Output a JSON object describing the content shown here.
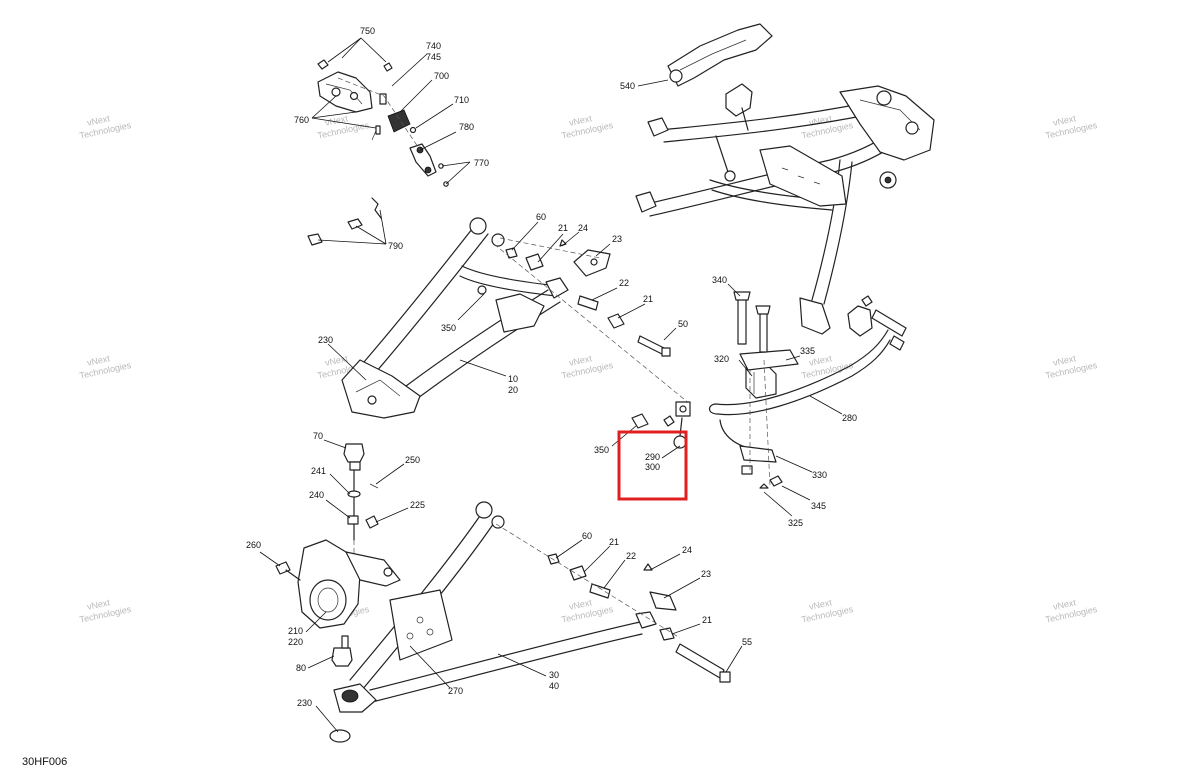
{
  "diagram": {
    "code": "30HF006",
    "watermark": [
      "vNext",
      "Technologies"
    ],
    "highlight_color": "#e02020",
    "labels": {
      "n750": "750",
      "n740": "740",
      "n745": "745",
      "n700": "700",
      "n710": "710",
      "n760": "760",
      "n780": "780",
      "n770": "770",
      "n790": "790",
      "n540": "540",
      "n60a": "60",
      "n21a": "21",
      "n24a": "24",
      "n23a": "23",
      "n22a": "22",
      "n21b": "21",
      "n50": "50",
      "n350a": "350",
      "n230a": "230",
      "n10": "10",
      "n20": "20",
      "n340": "340",
      "n335": "335",
      "n320": "320",
      "n280": "280",
      "n350b": "350",
      "n290": "290",
      "n300": "300",
      "n330": "330",
      "n345": "345",
      "n325": "325",
      "n70": "70",
      "n241": "241",
      "n250": "250",
      "n240": "240",
      "n225": "225",
      "n260": "260",
      "n210": "210",
      "n220": "220",
      "n80": "80",
      "n270": "270",
      "n230b": "230",
      "n30": "30",
      "n40": "40",
      "n60b": "60",
      "n21c": "21",
      "n22b": "22",
      "n24b": "24",
      "n23b": "23",
      "n21d": "21",
      "n55": "55"
    }
  }
}
